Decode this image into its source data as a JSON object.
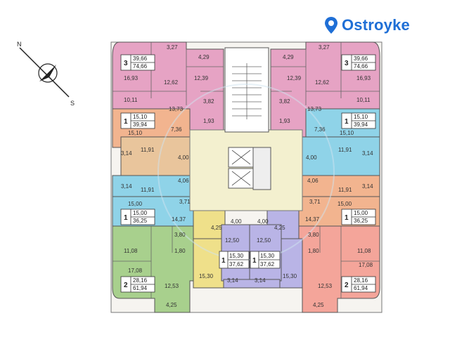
{
  "brand": {
    "name": "Ostroyke",
    "color": "#1f6fd6",
    "icon": "location-pin-icon"
  },
  "compass": {
    "north": "N",
    "south": "S"
  },
  "colors": {
    "magenta": "#e6a3c4",
    "cyan": "#8fd3e8",
    "orange": "#f2b48f",
    "lavender": "#b9b4e6",
    "green": "#a8d08d",
    "yellow": "#efe08a",
    "salmon": "#f4a59a",
    "core": "#f2f2d8",
    "corridor": "#f3f0cf"
  },
  "apartments": [
    {
      "id": "nw-3",
      "rooms": "3",
      "area_living": "39,66",
      "area_total": "74,66"
    },
    {
      "id": "ne-3",
      "rooms": "3",
      "area_living": "39,66",
      "area_total": "74,66"
    },
    {
      "id": "w-1a",
      "rooms": "1",
      "area_living": "15,10",
      "area_total": "39,94"
    },
    {
      "id": "e-1a",
      "rooms": "1",
      "area_living": "15,10",
      "area_total": "39,94"
    },
    {
      "id": "w-1b",
      "rooms": "1",
      "area_living": "15,00",
      "area_total": "36,25"
    },
    {
      "id": "e-1b",
      "rooms": "1",
      "area_living": "15,00",
      "area_total": "36,25"
    },
    {
      "id": "s-1a",
      "rooms": "1",
      "area_living": "15,30",
      "area_total": "37,62"
    },
    {
      "id": "s-1b",
      "rooms": "1",
      "area_living": "15,30",
      "area_total": "37,62"
    },
    {
      "id": "sw-2",
      "rooms": "2",
      "area_living": "28,16",
      "area_total": "61,94"
    },
    {
      "id": "se-2",
      "rooms": "2",
      "area_living": "28,16",
      "area_total": "61,94"
    }
  ],
  "room_labels": {
    "nw_327": "3,27",
    "nw_429": "4,29",
    "nw_1693": "16,93",
    "nw_1262": "12,62",
    "nw_1239": "12,39",
    "nw_1011": "10,11",
    "nw_382": "3,82",
    "nw_1373": "13,73",
    "nw_193": "1,93",
    "ne_327": "3,27",
    "ne_429": "4,29",
    "ne_1693": "16,93",
    "ne_1262": "12,62",
    "ne_1239": "12,39",
    "ne_1011": "10,11",
    "ne_382": "3,82",
    "ne_1373": "13,73",
    "ne_193": "1,93",
    "w_736": "7,36",
    "w_1510": "15,10",
    "w_314a": "3,14",
    "w_1191a": "11,91",
    "w_400": "4,00",
    "w_406": "4,06",
    "w_314b": "3,14",
    "w_1191b": "11,91",
    "w_1500": "15,00",
    "w_371": "3,71",
    "e_736": "7,36",
    "e_1510": "15,10",
    "e_314a": "3,14",
    "e_1191a": "11,91",
    "e_400": "4,00",
    "e_406": "4,06",
    "e_314b": "3,14",
    "e_1191b": "11,91",
    "e_1500": "15,00",
    "e_371": "3,71",
    "sw_1437": "14,37",
    "sw_380": "3,80",
    "sw_180": "1,80",
    "sw_1108": "11,08",
    "sw_1708": "17,08",
    "sw_1530": "15,30",
    "sw_1253": "12,53",
    "sw_425": "4,25",
    "se_1437": "14,37",
    "se_380": "3,80",
    "se_180": "1,80",
    "se_1108": "11,08",
    "se_1708": "17,08",
    "se_1530": "15,30",
    "se_1253": "12,53",
    "se_425": "4,25",
    "s_425a": "4,25",
    "s_400a": "4,00",
    "s_400b": "4,00",
    "s_425b": "4,25",
    "s_1250a": "12,50",
    "s_1250b": "12,50",
    "s_314a": "3,14",
    "s_314b": "3,14"
  }
}
